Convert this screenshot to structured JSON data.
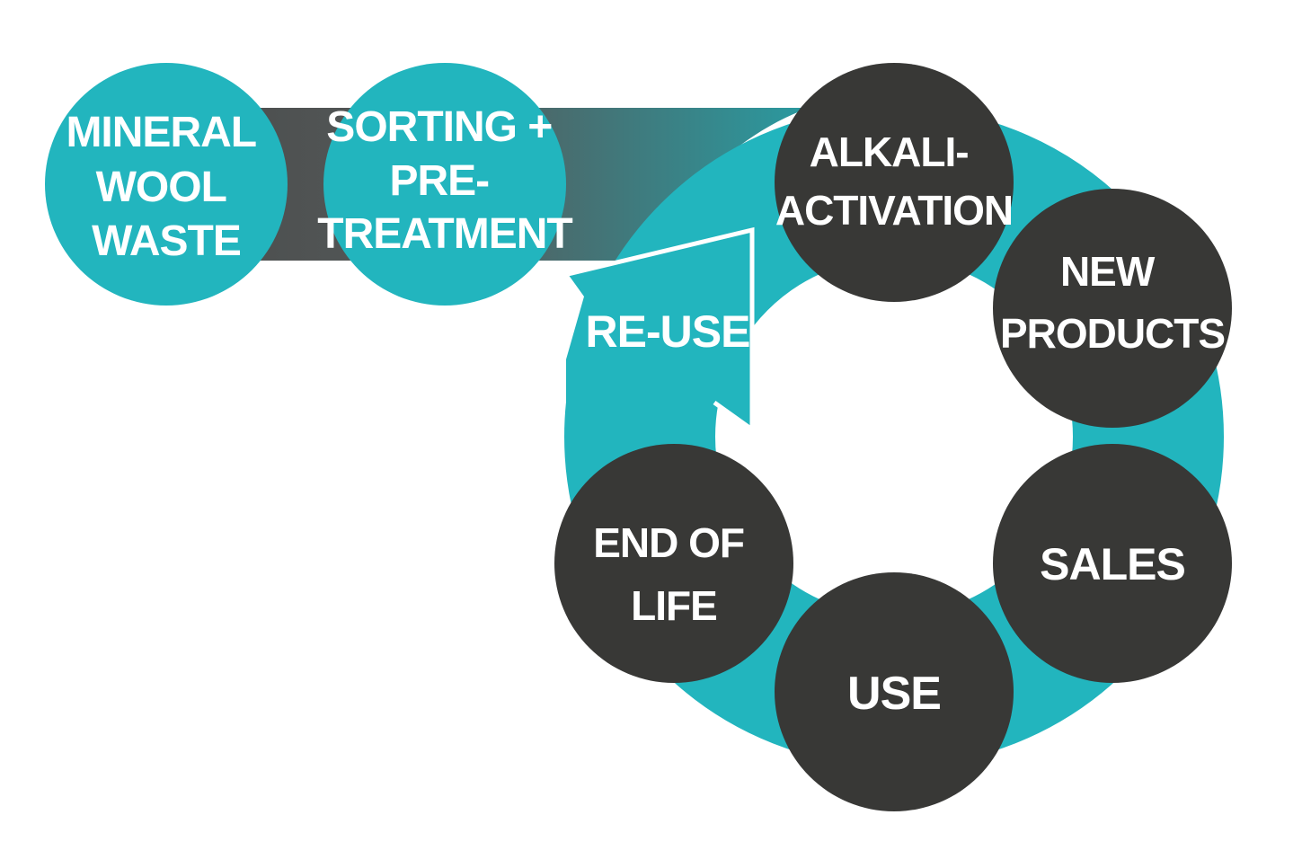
{
  "colors": {
    "teal": "#22b5be",
    "dark": "#383836",
    "band_start": "#4a4c4c",
    "band_end": "#2a8f95",
    "text": "#ffffff",
    "background": "#ffffff"
  },
  "input_nodes": {
    "mineral_wool_waste": [
      "MINERAL",
      "WOOL",
      "WASTE"
    ],
    "sorting_pretreatment": [
      "SORTING +",
      "PRE-",
      "TREATMENT"
    ]
  },
  "cycle_nodes": {
    "alkali_activation": [
      "ALKALI-",
      "ACTIVATION"
    ],
    "new_products": [
      "NEW",
      "PRODUCTS"
    ],
    "sales": [
      "SALES"
    ],
    "use": [
      "USE"
    ],
    "end_of_life": [
      "END OF",
      "LIFE"
    ]
  },
  "reuse_arrow": {
    "label": "RE-USE"
  }
}
